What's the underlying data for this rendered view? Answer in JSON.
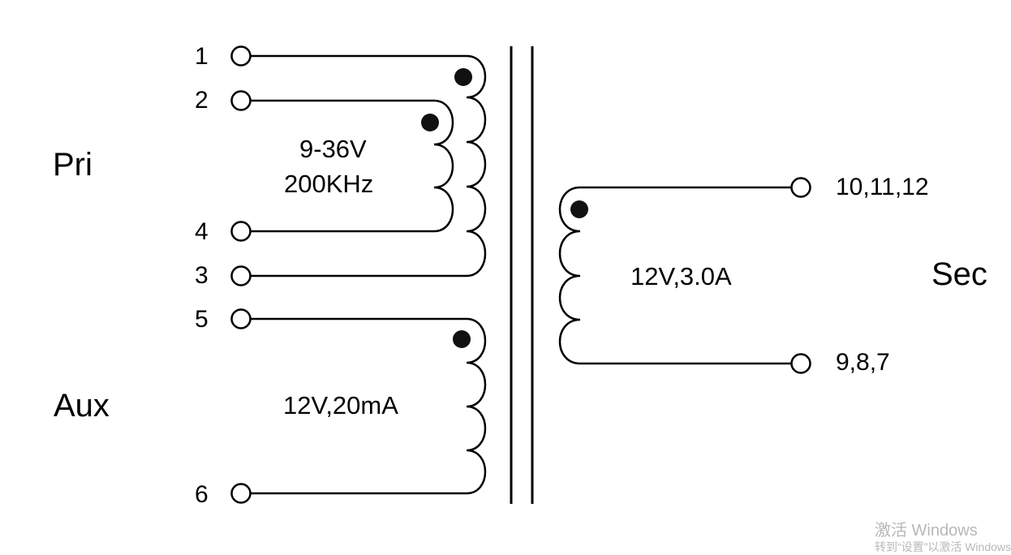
{
  "colors": {
    "line": "#000000",
    "watermark": "#b8b8b8"
  },
  "groups": {
    "pri": "Pri",
    "aux": "Aux",
    "sec": "Sec"
  },
  "primary": {
    "rating_line1": "9-36V",
    "rating_line2": "200KHz"
  },
  "auxiliary": {
    "rating": "12V,20mA"
  },
  "secondary": {
    "rating": "12V,3.0A"
  },
  "pins": {
    "p1": "1",
    "p2": "2",
    "p3": "3",
    "p4": "4",
    "p5": "5",
    "p6": "6",
    "sec_top": "10,11,12",
    "sec_bottom": "9,8,7"
  },
  "watermark": {
    "line1": "激活 Windows",
    "line2": "转到“设置”以激活 Windows。"
  }
}
